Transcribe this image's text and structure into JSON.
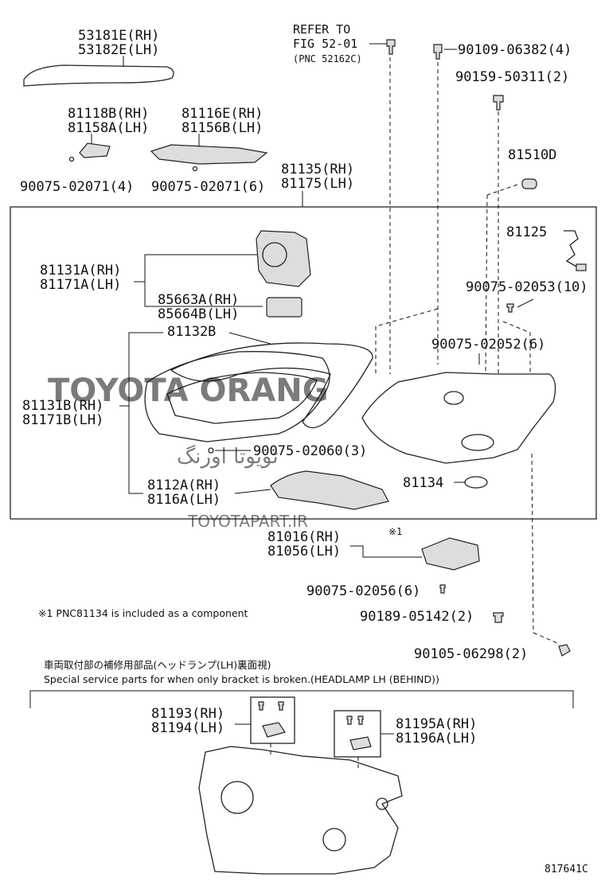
{
  "labels": {
    "p53181e": "53181E(RH)",
    "p53182e": "53182E(LH)",
    "refer1": "REFER TO",
    "refer2": "FIG 52-01",
    "refer3": "(PNC 52162C)",
    "p90109": "90109-06382(4)",
    "p90159": "90159-50311(2)",
    "p81118b": "81118B(RH)",
    "p81158a": "81158A(LH)",
    "p81116e": "81116E(RH)",
    "p81156b": "81156B(LH)",
    "p81510d": "81510D",
    "p90075_4": "90075-02071(4)",
    "p90075_6": "90075-02071(6)",
    "p81135": "81135(RH)",
    "p81175": "81175(LH)",
    "p81125": "81125",
    "p81131a": "81131A(RH)",
    "p81171a": "81171A(LH)",
    "p90075_10": "90075-02053(10)",
    "p85663a": "85663A(RH)",
    "p85664b": "85664B(LH)",
    "p81132b": "81132B",
    "p90075_52": "90075-02052(6)",
    "p81131b": "81131B(RH)",
    "p81171b": "81171B(LH)",
    "p90075_60": "90075-02060(3)",
    "p8112a": "8112A(RH)",
    "p8116a": "8116A(LH)",
    "p81134": "81134",
    "p81016": "81016(RH)",
    "p81056": "81056(LH)",
    "mark1": "※1",
    "p90075_56": "90075-02056(6)",
    "note1": "※1 PNC81134 is included as a component",
    "p90189": "90189-05142(2)",
    "p90105": "90105-06298(2)",
    "jp_caption": "車両取付部の補修用部品(ヘッドランプ(LH)裏面視)",
    "en_caption": "Special service parts for when only bracket is broken.(HEADLAMP LH (BEHIND))",
    "p81193": "81193(RH)",
    "p81194": "81194(LH)",
    "p81195a": "81195A(RH)",
    "p81196a": "81196A(LH)",
    "fig_id": "817641C"
  },
  "watermark": {
    "line1": "TOYOTA ORANG",
    "line2": "تویوتا اورنگ",
    "line3": "TOYOTAPART.IR",
    "color": "#e8393c"
  }
}
